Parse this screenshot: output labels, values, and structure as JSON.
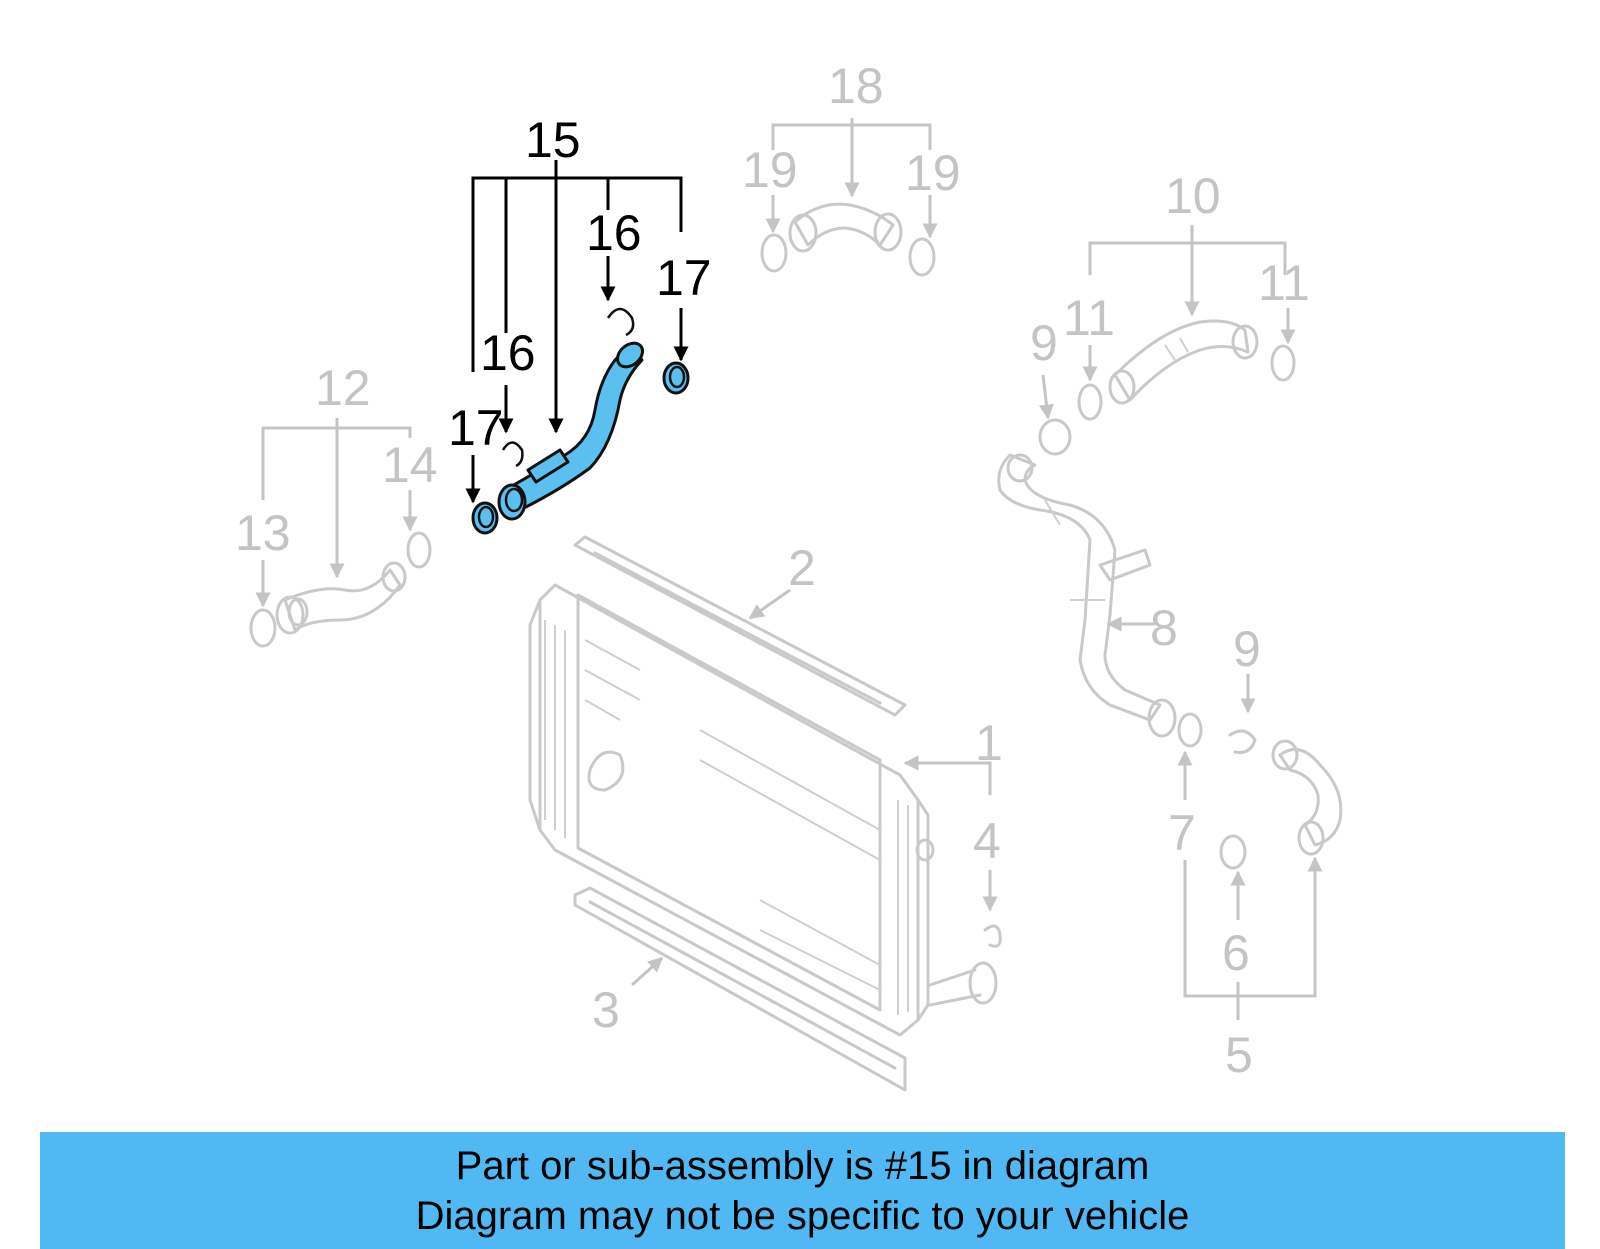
{
  "diagram": {
    "highlight_color": "#5bc0f0",
    "highlighted_part": "15",
    "callouts": {
      "c1": "1",
      "c2": "2",
      "c3": "3",
      "c4": "4",
      "c5": "5",
      "c6": "6",
      "c7": "7",
      "c8": "8",
      "c9a": "9",
      "c9b": "9",
      "c10": "10",
      "c11a": "11",
      "c11b": "11",
      "c12": "12",
      "c13": "13",
      "c14": "14",
      "c15": "15",
      "c16a": "16",
      "c16b": "16",
      "c17a": "17",
      "c17b": "17",
      "c18": "18",
      "c19a": "19",
      "c19b": "19"
    }
  },
  "banner": {
    "line1": "Part or sub-assembly is #15 in diagram",
    "line2": "Diagram may not be specific to your vehicle",
    "background": "#50b8f2"
  }
}
